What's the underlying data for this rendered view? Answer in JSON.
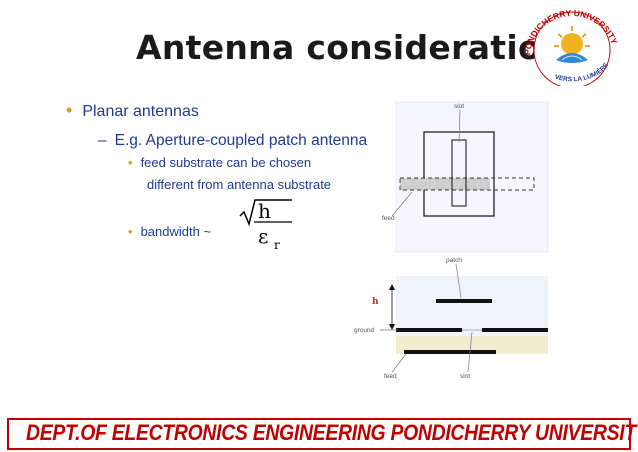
{
  "slide": {
    "title": "Antenna considerations",
    "bullet1": "Planar antennas",
    "bullet2": "E.g. Aperture-coupled patch antenna",
    "bullet3_line1": "feed substrate can be chosen",
    "bullet3_line2": "different from antenna substrate",
    "bullet4": "bandwidth ~",
    "formula": {
      "numerator": "h",
      "denominator": "ε",
      "subscript": "r"
    }
  },
  "figure": {
    "labels": {
      "slot_top": "slot",
      "feed_top": "feed",
      "patch": "patch",
      "h": "h",
      "ground": "ground",
      "feed_bottom": "feed",
      "slot_bottom": "slot"
    }
  },
  "logo": {
    "university": "PONDICHERRY UNIVERSITY",
    "motto": "VERS LA LUMIÈRE"
  },
  "footer": {
    "text": "DEPT.OF ELECTRONICS ENGINEERING PONDICHERRY UNIVERSITY"
  },
  "colors": {
    "footer": "#c00000",
    "bullet_text": "#1f3a93",
    "bullet_dot": "#d4a017"
  }
}
